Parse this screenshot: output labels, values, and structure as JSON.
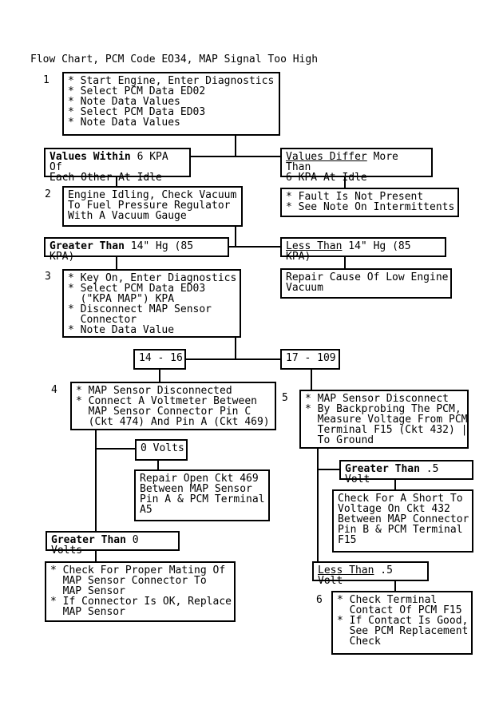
{
  "title": "Flow Chart, PCM Code EO34, MAP Signal Too High",
  "colors": {
    "ink": "#000000",
    "background": "#ffffff"
  },
  "nodes": {
    "step1": {
      "number": "1",
      "lines": [
        "* Start Engine, Enter Diagnostics",
        "* Select PCM Data ED02",
        "* Note Data Values",
        "* Select PCM Data ED03",
        "* Note Data Values"
      ]
    },
    "values_within": {
      "lead": "Values Within",
      "rest": " 6 KPA Of\nEach Other At Idle",
      "style": "bold"
    },
    "values_differ": {
      "lead": "Values Differ",
      "rest": " More Than\n6 KPA At Idle",
      "style": "underline"
    },
    "step2": {
      "number": "2",
      "lines": [
        "Engine Idling, Check Vacuum",
        "To Fuel Pressure Regulator",
        "With A Vacuum Gauge"
      ]
    },
    "fault_not_present": {
      "lines": [
        "* Fault Is Not Present",
        "* See Note On Intermittents"
      ]
    },
    "greater_than_14": {
      "lead": "Greater Than",
      "rest": " 14\" Hg (85 KPA)",
      "style": "bold"
    },
    "less_than_14": {
      "lead": "Less Than",
      "rest": " 14\" Hg (85 KPA)",
      "style": "underline"
    },
    "step3": {
      "number": "3",
      "lines": [
        "* Key On, Enter Diagnostics",
        "* Select PCM Data ED03",
        "  (\"KPA MAP\") KPA",
        "* Disconnect MAP Sensor",
        "  Connector",
        "* Note Data Value"
      ]
    },
    "repair_low_vacuum": {
      "lines": [
        "Repair Cause Of Low Engine",
        "Vacuum"
      ]
    },
    "range_low": {
      "label": "14 - 16"
    },
    "range_high": {
      "label": "17 - 109"
    },
    "step4": {
      "number": "4",
      "lines": [
        "* MAP Sensor Disconnected",
        "* Connect A Voltmeter Between",
        "  MAP Sensor Connector Pin C",
        "  (Ckt 474) And Pin A (Ckt 469)"
      ]
    },
    "step5": {
      "number": "5",
      "lines": [
        "* MAP Sensor Disconnect",
        "* By Backprobing The PCM,",
        "  Measure Voltage From PCM",
        "  Terminal F15 (Ckt 432) |",
        "  To Ground"
      ]
    },
    "zero_volts": {
      "label": "0 Volts"
    },
    "repair_open_469": {
      "lines": [
        "Repair Open Ckt 469",
        "Between MAP Sensor",
        "Pin A & PCM Terminal",
        "A5"
      ]
    },
    "greater_than_half_volt": {
      "lead": "Greater Than",
      "rest": " .5 Volt",
      "style": "bold"
    },
    "check_short_432": {
      "lines": [
        "Check For A Short To",
        "Voltage On Ckt 432",
        "Between MAP Connector",
        "Pin B & PCM Terminal",
        "F15"
      ]
    },
    "greater_than_zero_volts": {
      "lead": "Greater Than",
      "rest": " 0 Volts",
      "style": "bold"
    },
    "check_mating": {
      "lines": [
        "* Check For Proper Mating Of",
        "  MAP Sensor Connector To",
        "  MAP Sensor",
        "* If Connector Is OK, Replace",
        "  MAP Sensor"
      ]
    },
    "less_than_half_volt": {
      "lead": "Less Than",
      "rest": " .5 Volt",
      "style": "underline"
    },
    "step6": {
      "number": "6",
      "lines": [
        "* Check Terminal",
        "  Contact Of PCM F15",
        "* If Contact Is Good,",
        "  See PCM Replacement",
        "  Check"
      ]
    }
  }
}
